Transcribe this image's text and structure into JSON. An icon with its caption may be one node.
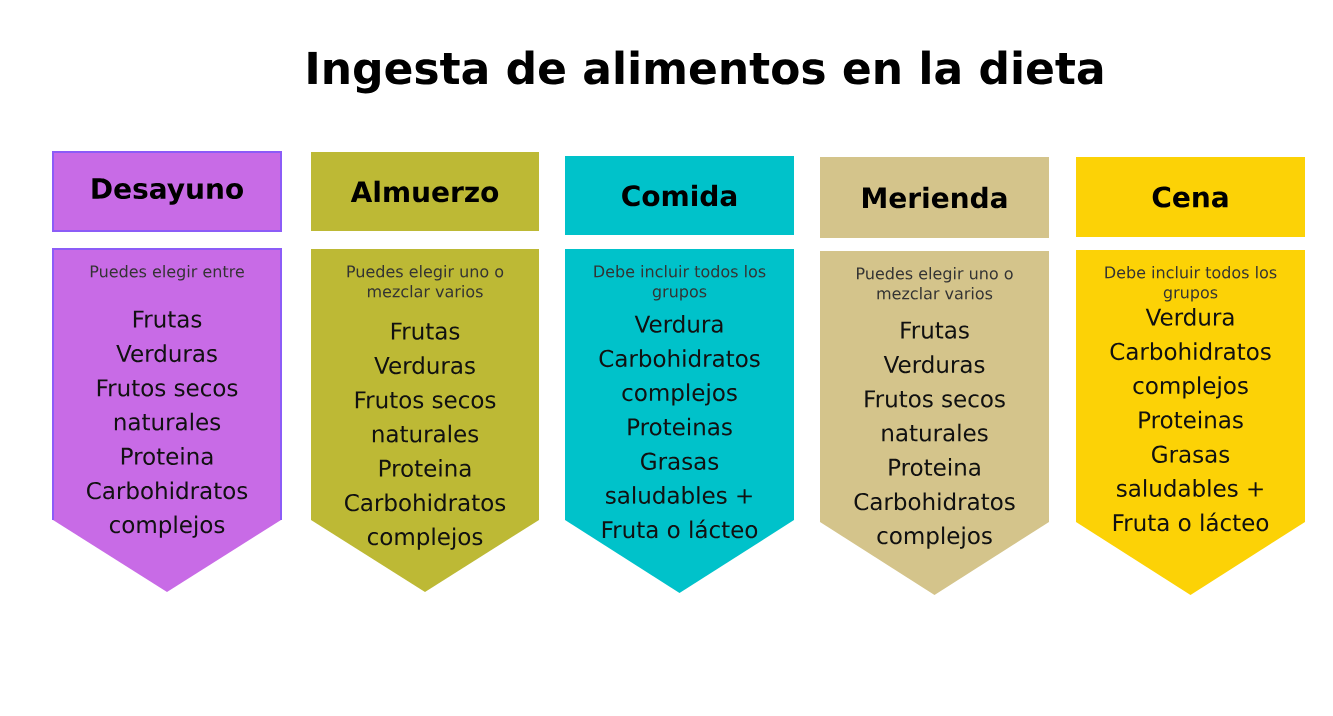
{
  "diagram": {
    "title": "Ingesta de alimentos en la dieta",
    "nodes": [
      {
        "text": [
          "Desayuno"
        ]
      },
      {
        "text": [
          "Puedes elegir entre",
          "Frutas",
          "Verduras",
          "Frutos secos naturales",
          "Proteina",
          "Carbohidratos complejos"
        ]
      },
      {
        "text": [
          "Almuerzo"
        ]
      },
      {
        "text": [
          "Puedes elegir uno o mezclar varios",
          "Frutas",
          "Verduras",
          "Frutos secos naturales",
          "Proteina",
          "Carbohidratos complejos"
        ]
      },
      {
        "text": [
          "Comida"
        ]
      },
      {
        "text": [
          "Debe incluir todos los grupos",
          "Verdura",
          "Carbohidratos complejos",
          "Proteinas",
          "Grasas saludables +",
          "Fruta o lácteo"
        ]
      },
      {
        "text": [
          "Merienda"
        ]
      },
      {
        "text": [
          "Puedes elegir uno o mezclar varios",
          "Frutas",
          "Verduras",
          "Frutos secos naturales",
          "Proteina",
          "Carbohidratos complejos"
        ]
      },
      {
        "text": [
          "Cena"
        ]
      },
      {
        "text": [
          "Debe incluir todos los grupos",
          "Verdura",
          "Carbohidratos complejos",
          "Proteinas",
          "Grasas saludables +",
          "Fruta o lácteo"
        ]
      }
    ]
  }
}
